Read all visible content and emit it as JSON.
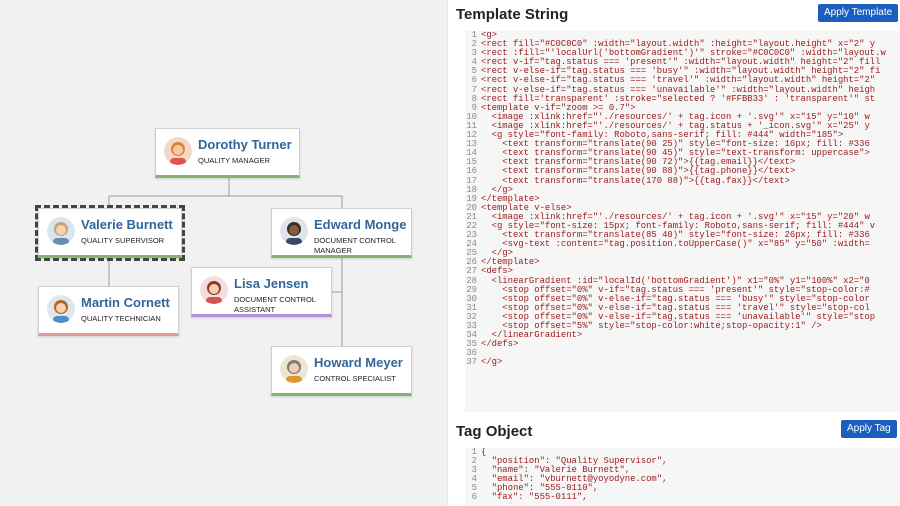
{
  "org_chart": {
    "nodes": [
      {
        "id": "dorothy",
        "name": "Dorothy Turner",
        "position": "QUALITY MANAGER",
        "status": "present",
        "selected": false
      },
      {
        "id": "valerie",
        "name": "Valerie Burnett",
        "position": "QUALITY SUPERVISOR",
        "status": "present",
        "selected": true
      },
      {
        "id": "edward",
        "name": "Edward Monge",
        "position": "DOCUMENT CONTROL MANAGER",
        "status": "present",
        "selected": false
      },
      {
        "id": "lisa",
        "name": "Lisa Jensen",
        "position": "DOCUMENT CONTROL ASSISTANT",
        "status": "travel",
        "selected": false
      },
      {
        "id": "martin",
        "name": "Martin Cornett",
        "position": "QUALITY TECHNICIAN",
        "status": "busy",
        "selected": false
      },
      {
        "id": "howard",
        "name": "Howard Meyer",
        "position": "CONTROL SPECIALIST",
        "status": "present",
        "selected": false
      }
    ]
  },
  "template_panel": {
    "title": "Template String",
    "apply_label": "Apply Template",
    "lines": [
      "<g>",
      "<rect fill=\"#C0C0C0\" :width=\"layout.width\" :height=\"layout.height\" x=\"2\" y",
      "<rect :fill=\"'localUrl('bottomGradient')'\" stroke=\"#C0C0C0\" :width=\"layout.w",
      "<rect v-if=\"tag.status === 'present'\" :width=\"layout.width\" height=\"2\" fill",
      "<rect v-else-if=\"tag.status === 'busy'\" :width=\"layout.width\" height=\"2\" fi",
      "<rect v-else-if=\"tag.status === 'travel'\" :width=\"layout.width\" height=\"2\" ",
      "<rect v-else-if=\"tag.status === 'unavailable'\" :width=\"layout.width\" heigh",
      "<rect fill='transparent' :stroke=\"selected ? '#FFBB33' : 'transparent'\" st",
      "<template v-if=\"zoom >= 0.7\">",
      "  <image :xlink:href=\"'./resources/' + tag.icon + '.svg'\" x=\"15\" y=\"10\" w",
      "  <image :xlink:href=\"'./resources/' + tag.status + '_icon.svg'\" x=\"25\" y",
      "  <g style=\"font-family: Roboto,sans-serif; fill: #444\" width=\"185\">",
      "    <text transform=\"translate(90 25)\" style=\"font-size: 16px; fill: #336",
      "    <text transform=\"translate(90 45)\" style=\"text-transform: uppercase\">",
      "    <text transform=\"translate(90 72)\">{{tag.email}}</text>",
      "    <text transform=\"translate(90 88)\">{{tag.phone}}</text>",
      "    <text transform=\"translate(170 88)\">{{tag.fax}}</text>",
      "  </g>",
      "</template>",
      "<template v-else>",
      "  <image :xlink:href=\"'./resources/' + tag.icon + '.svg'\" x=\"15\" y=\"20\" w",
      "  <g style=\"font-size: 15px; font-family: Roboto,sans-serif; fill: #444\" v",
      "    <text transform=\"translate(85 40)\" style=\"font-size: 26px; fill: #336",
      "    <svg-text :content=\"tag.position.toUpperCase()\" x=\"85\" y=\"50\" :width=",
      "  </g>",
      "</template>",
      "<defs>",
      "  <linearGradient :id=\"localId('bottomGradient')\" x1=\"0%\" y1=\"100%\" x2=\"0",
      "    <stop offset=\"0%\" v-if=\"tag.status === 'present'\" style=\"stop-color:#",
      "    <stop offset=\"0%\" v-else-if=\"tag.status === 'busy'\" style=\"stop-color",
      "    <stop offset=\"0%\" v-else-if=\"tag.status === 'travel'\" style=\"stop-col",
      "    <stop offset=\"0%\" v-else-if=\"tag.status === 'unavailable'\" style=\"stop",
      "    <stop offset=\"5%\" style=\"stop-color:white;stop-opacity:1\" />",
      "  </linearGradient>",
      "</defs>",
      "",
      "</g>"
    ]
  },
  "tag_panel": {
    "title": "Tag Object",
    "apply_label": "Apply Tag",
    "lines": [
      "{",
      "  \"position\": \"Quality Supervisor\",",
      "  \"name\": \"Valerie Burnett\",",
      "  \"email\": \"vburnett@yoyodyne.com\",",
      "  \"phone\": \"555-0110\",",
      "  \"fax\": \"555-0111\","
    ]
  },
  "colors": {
    "accent": "#1a5fbf",
    "name_text": "#336699",
    "present": "#7fb86c",
    "busy": "#e29a9a",
    "travel": "#b38fd8"
  }
}
